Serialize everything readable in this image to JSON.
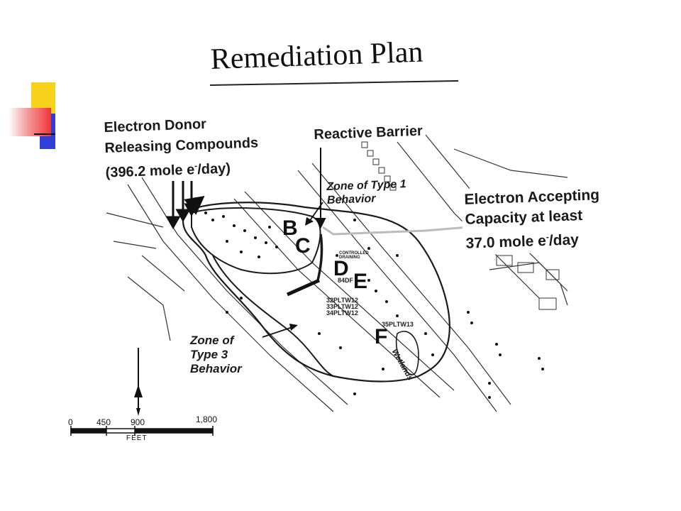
{
  "title": "Remediation Plan",
  "labels": {
    "donor_line1": "Electron Donor",
    "donor_line2": "Releasing Compounds",
    "donor_line3_pre": "(396.2 mole e",
    "donor_line3_sup": "-",
    "donor_line3_post": "/day)",
    "barrier": "Reactive Barrier",
    "zone1_line1": "Zone of Type 1",
    "zone1_line2": "Behavior",
    "accept_line1": "Electron Accepting",
    "accept_line2": "Capacity at least",
    "accept_line3_pre": "37.0 mole e",
    "accept_line3_sup": "-",
    "accept_line3_post": "/day",
    "zone3_line1": "Zone of",
    "zone3_line2": "Type 3",
    "zone3_line3": "Behavior",
    "wetlands": "Wetlands"
  },
  "zones": [
    "B",
    "C",
    "D",
    "E",
    "F"
  ],
  "wells": {
    "w1": "84DF",
    "w2": "32PLTW12",
    "w3": "33PLTW12",
    "w4": "34PLTW12",
    "w5": "35PLTW13",
    "w6": "CONTROLLED\nDRAINING"
  },
  "scale": {
    "ticks": [
      "0",
      "450",
      "900",
      "1,800"
    ],
    "unit": "FEET"
  },
  "colors": {
    "deco_yellow": "#f7d21a",
    "deco_blue": "#2f3fd6",
    "deco_red": "#f0343a",
    "ink": "#1a1a1a"
  }
}
